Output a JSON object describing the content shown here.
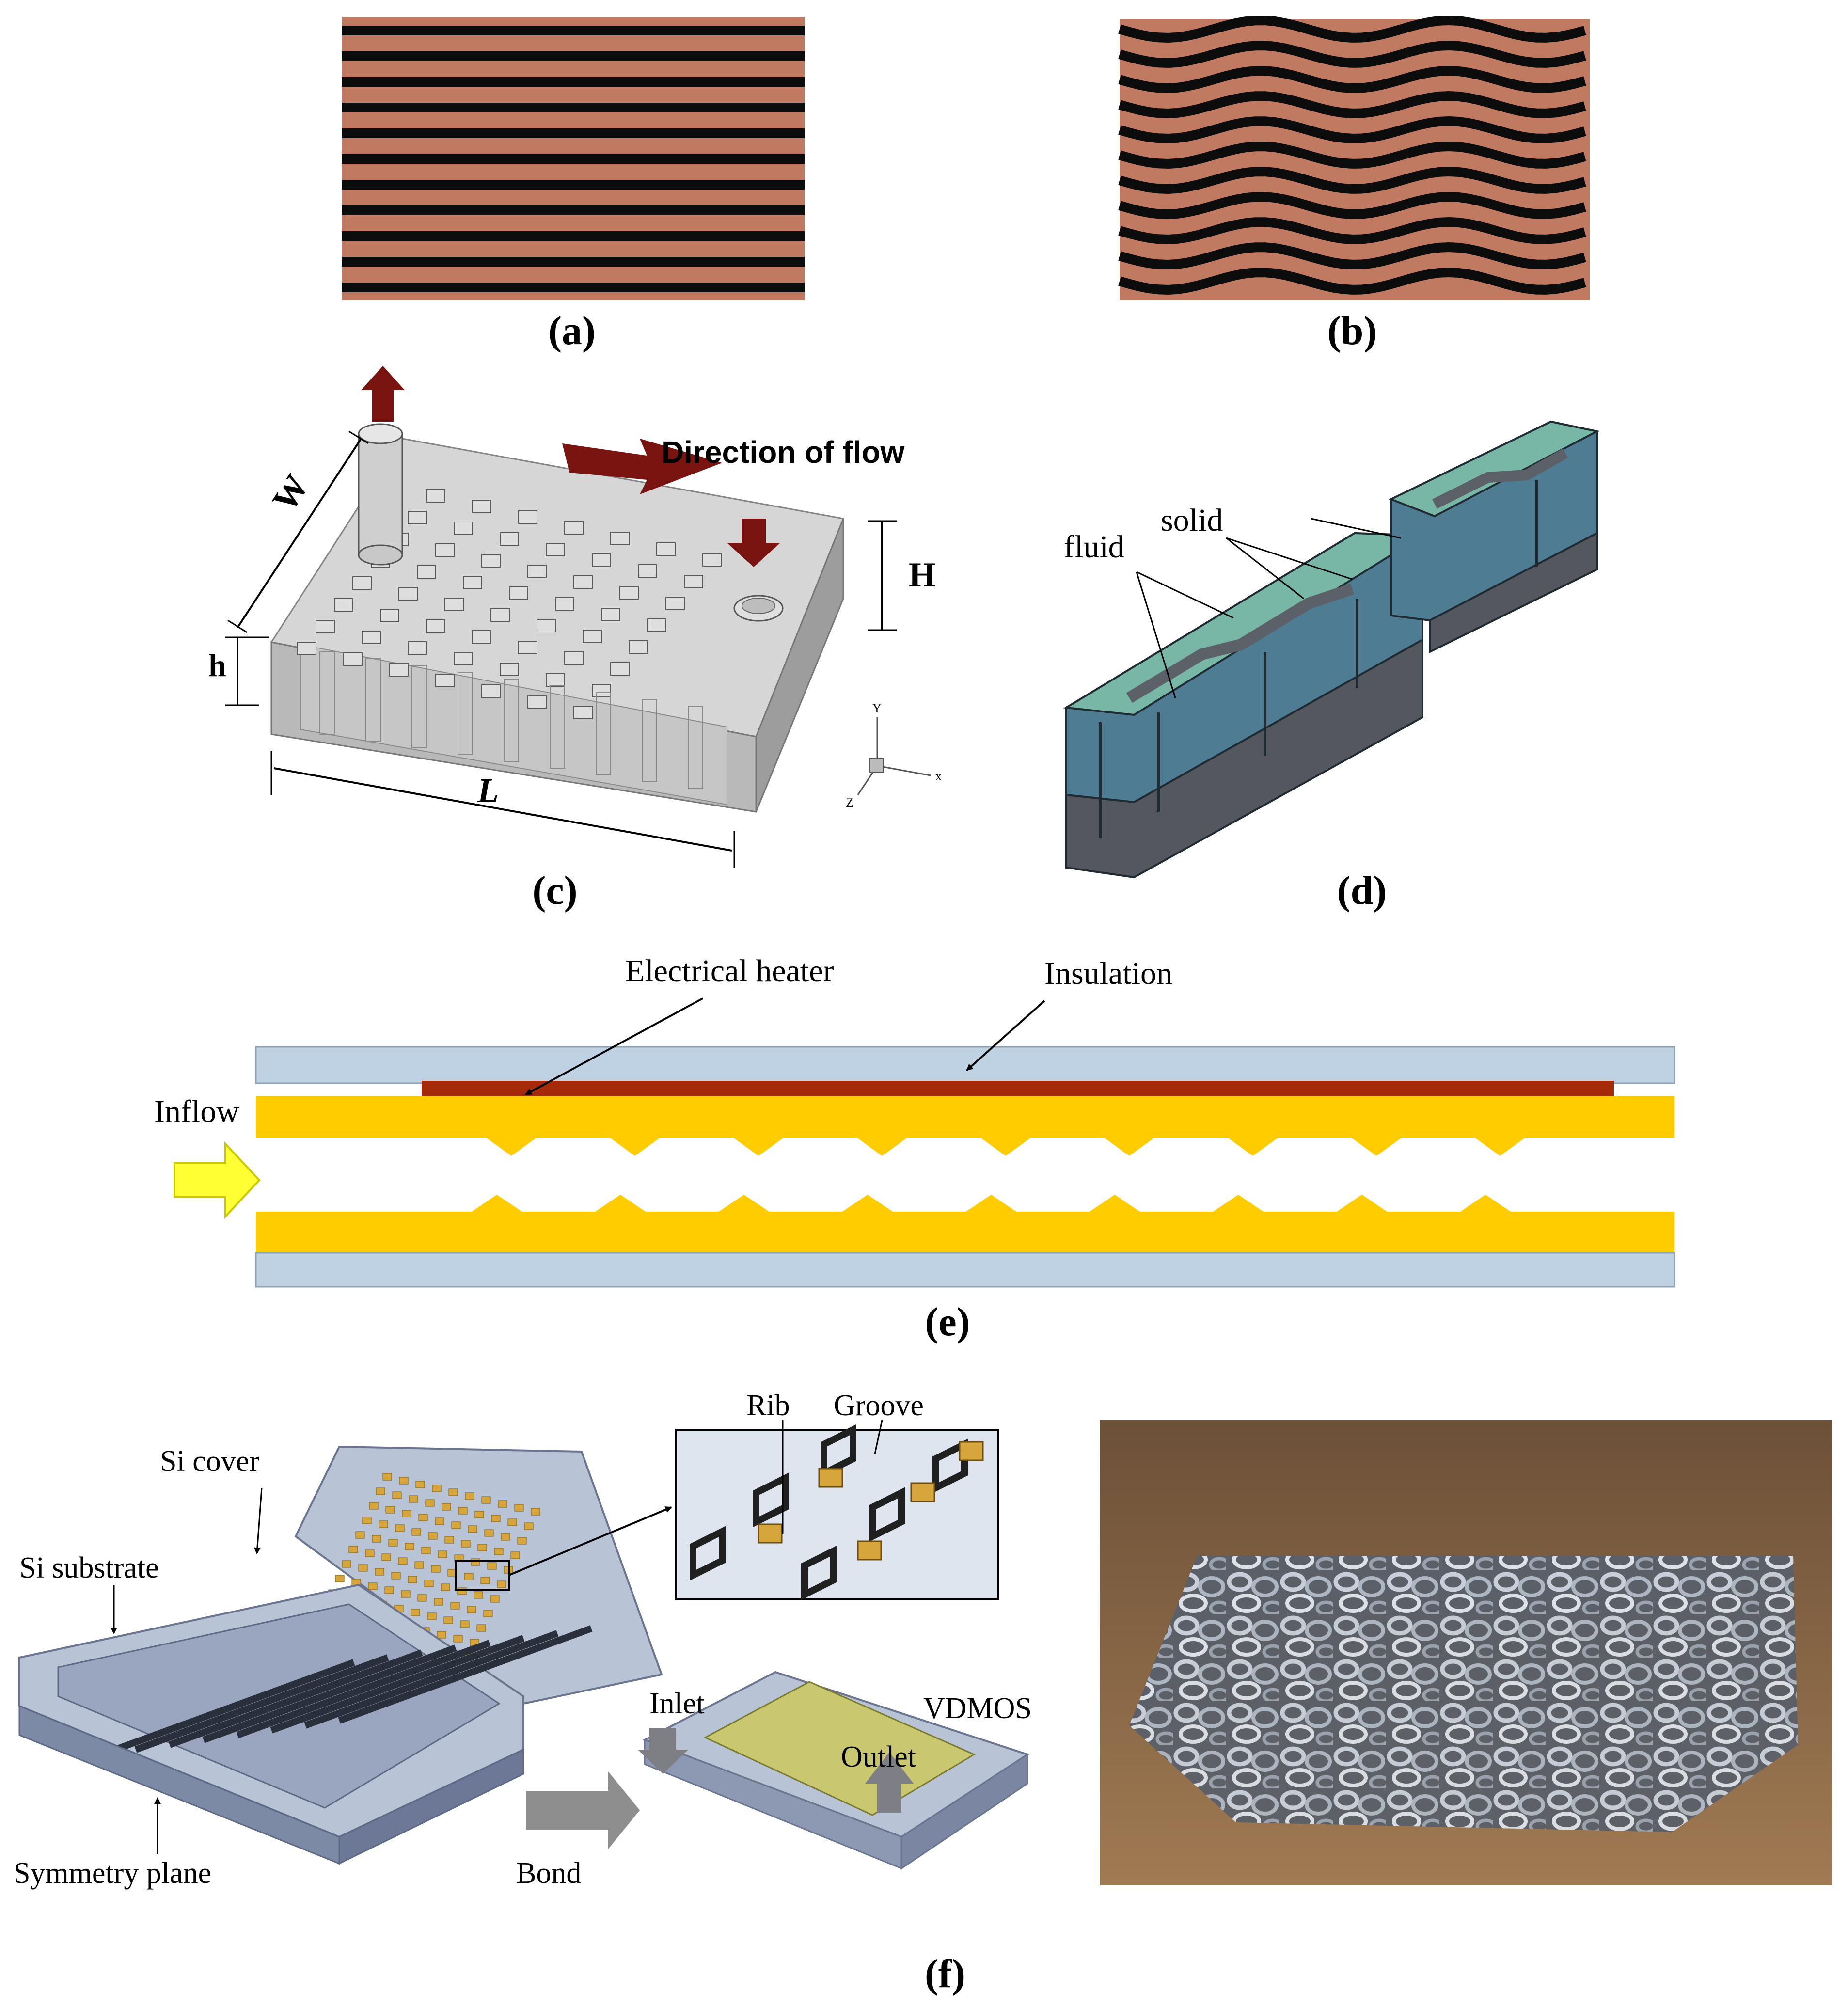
{
  "panels": {
    "a": {
      "label": "(a)"
    },
    "b": {
      "label": "(b)"
    },
    "c": {
      "label": "(c)",
      "flow_text": "Direction of flow",
      "dim_W": "W",
      "dim_H": "H",
      "dim_h": "h",
      "dim_L": "L",
      "axis_x": "x",
      "axis_y": "Y",
      "axis_z": "Z"
    },
    "d": {
      "label": "(d)",
      "fluid": "fluid",
      "solid": "solid"
    },
    "e": {
      "label": "(e)",
      "heater": "Electrical heater",
      "insulation": "Insulation",
      "inflow": "Inflow"
    },
    "f": {
      "label": "(f)",
      "si_cover": "Si cover",
      "si_substrate": "Si substrate",
      "symmetry_plane": "Symmetry plane",
      "rib": "Rib",
      "groove": "Groove",
      "inlet": "Inlet",
      "vdmos": "VDMOS",
      "outlet": "Outlet",
      "bond": "Bond"
    }
  },
  "colors": {
    "copper": "#c07a62",
    "dark_channel": "#0c0c0c",
    "flow_arrow": "#7a1410",
    "teal": "#78b7a6",
    "steel_blue": "#4e7c93",
    "dark_grey": "#54575e",
    "insulation": "#bed2e4",
    "heater": "#a52a0a",
    "yellow": "#ffcc00",
    "inflow_arrow": "#ffff33",
    "silicon": "#b9c3d6",
    "gold": "#d6a63c",
    "vdmos_pad": "#c9c870",
    "foam_bg": "#8c6a48",
    "foam": "#b7c0cc"
  }
}
